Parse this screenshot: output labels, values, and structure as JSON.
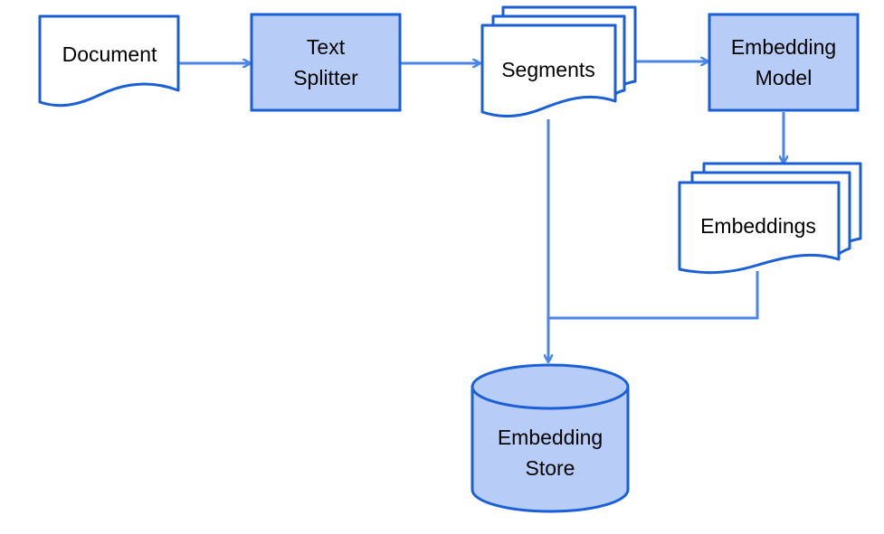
{
  "colors": {
    "stroke": "#1a5fd6",
    "fill_light": "#b7cdf7",
    "connector": "#4a86e8",
    "background": "#ffffff",
    "text": "#000000"
  },
  "nodes": {
    "document": {
      "label": "Document",
      "shape": "document"
    },
    "text_splitter": {
      "line1": "Text",
      "line2": "Splitter",
      "shape": "process"
    },
    "segments": {
      "label": "Segments",
      "shape": "multi-document"
    },
    "embedding_model": {
      "line1": "Embedding",
      "line2": "Model",
      "shape": "process"
    },
    "embeddings": {
      "label": "Embeddings",
      "shape": "multi-document"
    },
    "embedding_store": {
      "line1": "Embedding",
      "line2": "Store",
      "shape": "database"
    }
  },
  "edges": [
    {
      "from": "document",
      "to": "text_splitter"
    },
    {
      "from": "text_splitter",
      "to": "segments"
    },
    {
      "from": "segments",
      "to": "embedding_model"
    },
    {
      "from": "embedding_model",
      "to": "embeddings"
    },
    {
      "from": "segments",
      "to": "embedding_store"
    },
    {
      "from": "embeddings",
      "to": "embedding_store"
    }
  ]
}
